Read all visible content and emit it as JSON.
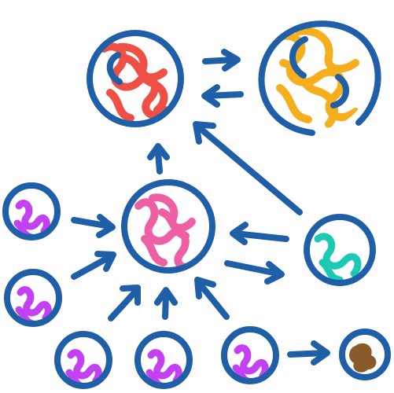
{
  "diagram": {
    "style": "hand-drawn doodle",
    "colors": {
      "outline": "#1f5fa8",
      "arrow": "#1f5fa8",
      "background": "#ffffff"
    },
    "nodes": [
      {
        "id": "top-left-node",
        "fill": "#f04f45",
        "scribble": "loop"
      },
      {
        "id": "top-right-node",
        "fill": "#f7ae1c",
        "scribble": "loop"
      },
      {
        "id": "center-node",
        "fill": "#ef5fa3",
        "scribble": "loop"
      },
      {
        "id": "right-node",
        "fill": "#1ccab4",
        "scribble": "small"
      },
      {
        "id": "left-upper-node",
        "fill": "#c341f0",
        "scribble": "small"
      },
      {
        "id": "left-lower-node",
        "fill": "#c341f0",
        "scribble": "small"
      },
      {
        "id": "bottom-left-node",
        "fill": "#c341f0",
        "scribble": "small"
      },
      {
        "id": "bottom-middle-node",
        "fill": "#c341f0",
        "scribble": "small"
      },
      {
        "id": "bottom-right-node",
        "fill": "#c341f0",
        "scribble": "small"
      },
      {
        "id": "far-right-node",
        "fill": "#8a5a2b",
        "scribble": "blob"
      }
    ],
    "edges": [
      {
        "id": "arrow-top-left-to-top-right",
        "from": "top-left-node",
        "to": "top-right-node"
      },
      {
        "id": "arrow-top-right-to-top-left",
        "from": "top-right-node",
        "to": "top-left-node"
      },
      {
        "id": "arrow-center-to-top-left",
        "from": "center-node",
        "to": "top-left-node"
      },
      {
        "id": "arrow-right-to-top-left",
        "from": "right-node",
        "to": "top-left-node"
      },
      {
        "id": "arrow-left-upper-to-center",
        "from": "left-upper-node",
        "to": "center-node"
      },
      {
        "id": "arrow-left-lower-to-center",
        "from": "left-lower-node",
        "to": "center-node"
      },
      {
        "id": "arrow-bottom-left-to-center",
        "from": "bottom-left-node",
        "to": "center-node"
      },
      {
        "id": "arrow-bottom-middle-to-center",
        "from": "bottom-middle-node",
        "to": "center-node"
      },
      {
        "id": "arrow-bottom-right-to-center",
        "from": "bottom-right-node",
        "to": "center-node"
      },
      {
        "id": "arrow-right-to-center",
        "from": "right-node",
        "to": "center-node"
      },
      {
        "id": "arrow-center-to-right",
        "from": "center-node",
        "to": "right-node"
      },
      {
        "id": "arrow-bottom-right-to-far-right",
        "from": "bottom-right-node",
        "to": "far-right-node"
      }
    ]
  }
}
